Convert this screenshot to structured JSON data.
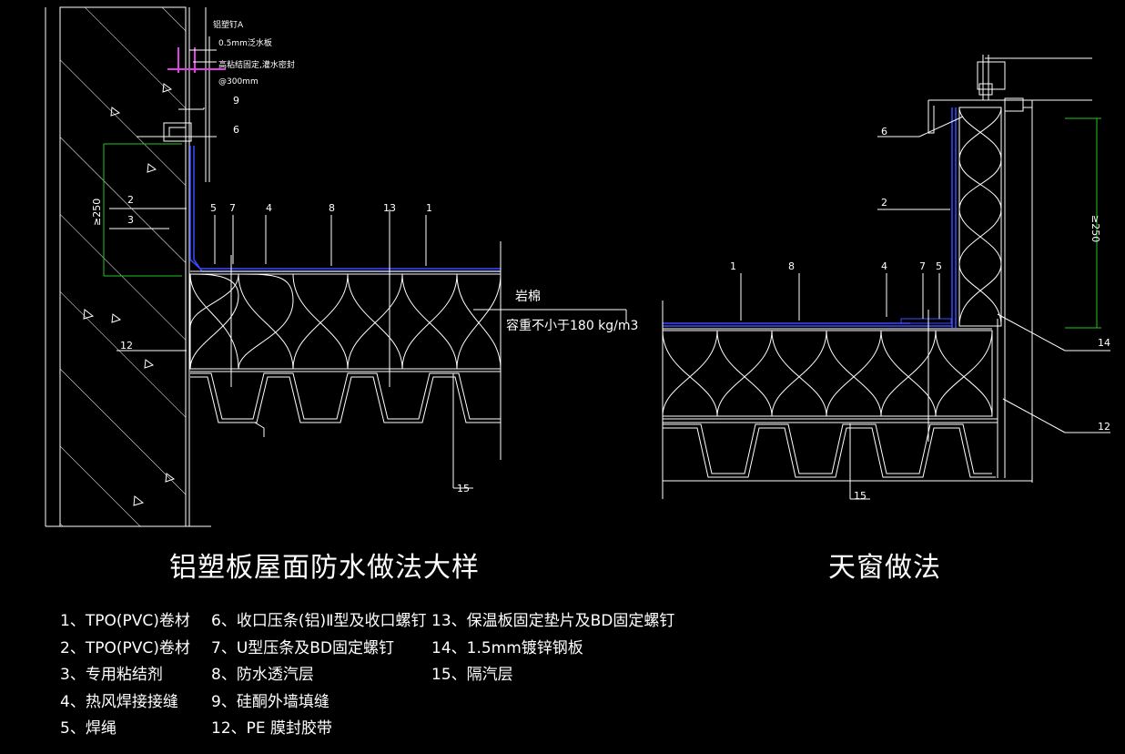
{
  "titles": {
    "left": "铝塑板屋面防水做法大样",
    "right": "天窗做法"
  },
  "notes": {
    "aluminium_pipe": "铝塑钉A",
    "board": "0.5mm泛水板",
    "fastener": "高粘结固定,灌水密封",
    "spacing": "@300mm",
    "rockwool": "岩棉",
    "density": "容重不小于180 kg/m3",
    "dim_left": "≥250",
    "dim_right": "≥250"
  },
  "callouts_left": [
    "9",
    "6",
    "2",
    "3",
    "5",
    "7",
    "4",
    "8",
    "13",
    "1",
    "12",
    "15"
  ],
  "callouts_right": [
    "6",
    "2",
    "1",
    "8",
    "4",
    "7",
    "5",
    "14",
    "12",
    "15"
  ],
  "legend": {
    "col1": [
      "1、TPO(PVC)卷材",
      "2、TPO(PVC)卷材",
      "3、专用粘结剂",
      "4、热风焊接接缝",
      "5、焊绳"
    ],
    "col2": [
      "6、收口压条(铝)Ⅱ型及收口螺钉",
      "7、U型压条及BD固定螺钉",
      "8、防水透汽层",
      "9、硅酮外墙填缝",
      "12、PE 膜封胶带"
    ],
    "col3": [
      "13、保温板固定垫片及BD固定螺钉",
      "14、1.5mm镀锌钢板",
      "15、隔汽层"
    ]
  },
  "colors": {
    "background": "#000000",
    "lines": "#ffffff",
    "membrane": "#3b4bff",
    "dimension": "#22c422",
    "flashing": "#e040e0"
  }
}
